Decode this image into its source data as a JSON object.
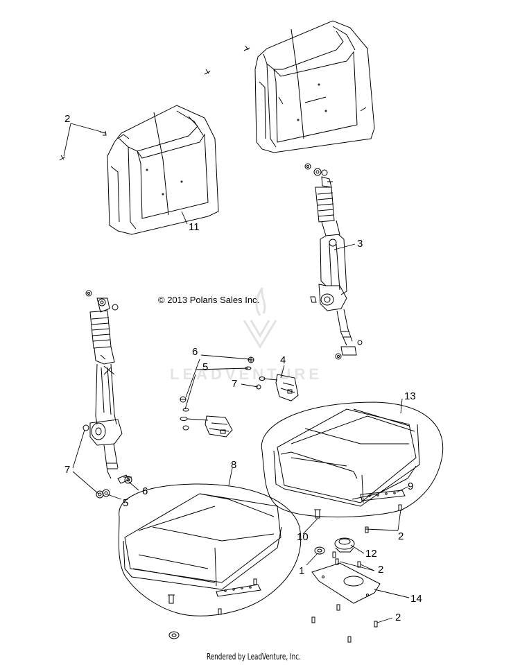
{
  "callouts": [
    "1",
    "2",
    "3",
    "4",
    "5",
    "6",
    "7",
    "8",
    "9",
    "10",
    "11",
    "12",
    "13",
    "14"
  ],
  "labels": {
    "c2_top": "2",
    "c11": "11",
    "c3": "3",
    "c6_mid": "6",
    "c5_mid": "5",
    "c4": "4",
    "c7_mid": "7",
    "c13": "13",
    "c7_left": "7",
    "c6_left": "6",
    "c5_left": "5",
    "c8": "8",
    "c9": "9",
    "c10": "10",
    "c2_right": "2",
    "c12": "12",
    "c1": "1",
    "c2_mid": "2",
    "c14": "14",
    "c2_bottom": "2"
  },
  "copyright": "© 2013 Polaris Sales Inc.",
  "watermark": "LEADVENTURE",
  "footer": "Rendered by LeadVenture, Inc."
}
